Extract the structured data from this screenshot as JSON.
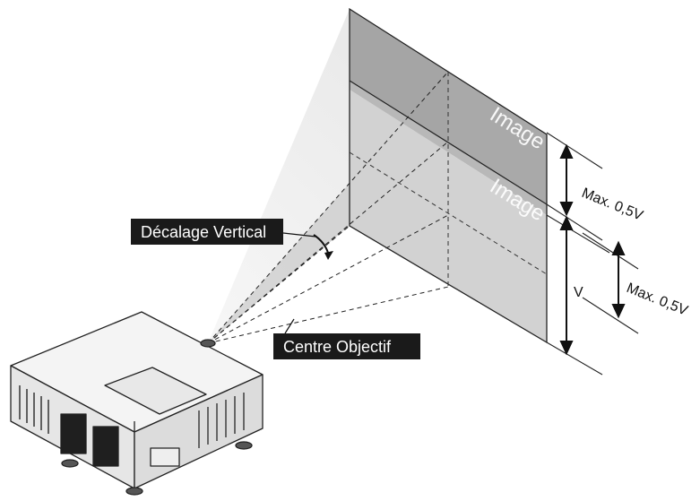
{
  "diagram": {
    "labels": {
      "vertical_shift": "Décalage Vertical",
      "lens_center": "Centre Objectif"
    },
    "image_labels": {
      "shifted_image": "Image",
      "original_image": "Image"
    },
    "dimensions": {
      "upper_shift": "Max. 0,5V",
      "image_height": "V",
      "lower_shift": "Max. 0,5V"
    },
    "colors": {
      "callout_bg": "#1a1a1a",
      "shifted_image_fill": "#a8a8a8",
      "original_image_fill": "#d0d0d0",
      "projector_body": "#f2f2f2",
      "outline": "#222222"
    }
  }
}
